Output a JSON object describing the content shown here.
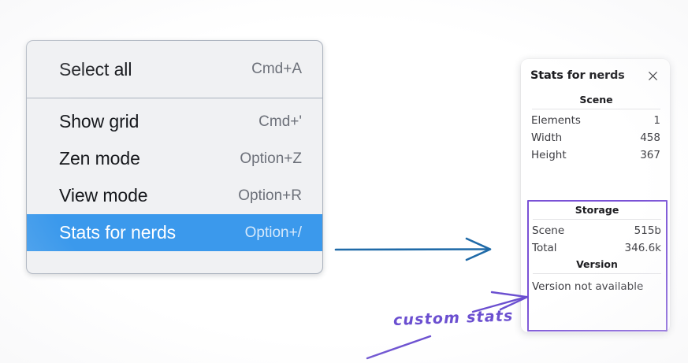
{
  "menu": {
    "sections": [
      {
        "items": [
          {
            "label": "Select all",
            "shortcut": "Cmd+A",
            "selected": false
          }
        ]
      },
      {
        "items": [
          {
            "label": "Show grid",
            "shortcut": "Cmd+'",
            "selected": false
          },
          {
            "label": "Zen mode",
            "shortcut": "Option+Z",
            "selected": false
          },
          {
            "label": "View mode",
            "shortcut": "Option+R",
            "selected": false
          },
          {
            "label": "Stats for nerds",
            "shortcut": "Option+/",
            "selected": true
          }
        ]
      }
    ]
  },
  "stats_panel": {
    "title": "Stats for nerds",
    "close_icon": "close-icon",
    "sections": [
      {
        "heading": "Scene",
        "rows": [
          {
            "key": "Elements",
            "value": "1"
          },
          {
            "key": "Width",
            "value": "458"
          },
          {
            "key": "Height",
            "value": "367"
          }
        ]
      },
      {
        "heading": "Storage",
        "rows": [
          {
            "key": "Scene",
            "value": "515b"
          },
          {
            "key": "Total",
            "value": "346.6k"
          }
        ]
      },
      {
        "heading": "Version",
        "plain_rows": [
          "Version not available"
        ]
      }
    ]
  },
  "annotations": {
    "handwritten_note": "custom stats",
    "note_color": "#6b4fd0",
    "highlight_color": "#7a52d6",
    "pointer_arrow_color": "#1f6aa8"
  }
}
